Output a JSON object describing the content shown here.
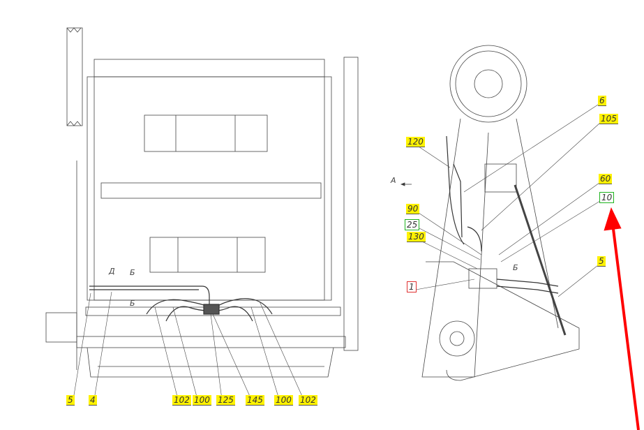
{
  "left_view": {
    "callouts": [
      "5",
      "4",
      "102",
      "100",
      "125",
      "145",
      "100",
      "102"
    ],
    "section_marks": {
      "d": "Д",
      "b_top": "Б",
      "b_bottom": "Б"
    }
  },
  "right_view": {
    "callouts": {
      "c120": "120",
      "c6": "6",
      "c105": "105",
      "c60": "60",
      "c10": "10",
      "c5": "5",
      "c90": "90",
      "c25": "25",
      "c130": "130",
      "c1": "1"
    },
    "view_arrow": "А",
    "section_mark": "Б"
  },
  "colors": {
    "highlight": "#fff200",
    "green_box": "#1db31d",
    "red_box": "#e03030",
    "arrow": "#ff0000"
  }
}
